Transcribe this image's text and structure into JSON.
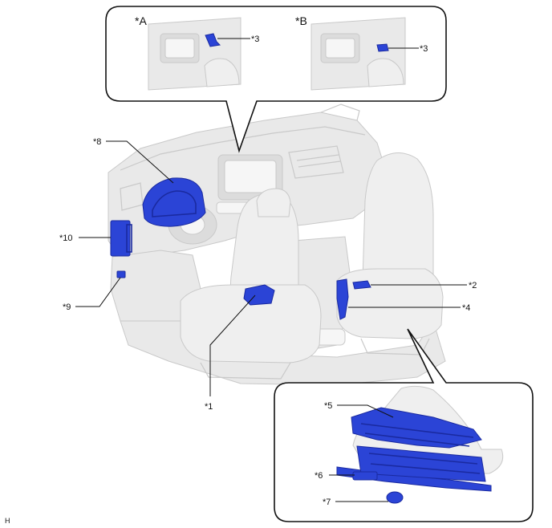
{
  "colors": {
    "part_fill": "#2b44d6",
    "part_dark": "#1a2aa0",
    "interior_fill": "#e9e9e9",
    "interior_stroke": "#c9c9c9",
    "seat_fill": "#efefef"
  },
  "insets": {
    "a": {
      "tag": "*A",
      "callout": "*3"
    },
    "b": {
      "tag": "*B",
      "callout": "*3"
    }
  },
  "callouts": {
    "c1": "*1",
    "c2": "*2",
    "c4": "*4",
    "c5": "*5",
    "c6": "*6",
    "c7": "*7",
    "c8": "*8",
    "c9": "*9",
    "c10": "*10"
  },
  "footer": {
    "code": "H"
  }
}
